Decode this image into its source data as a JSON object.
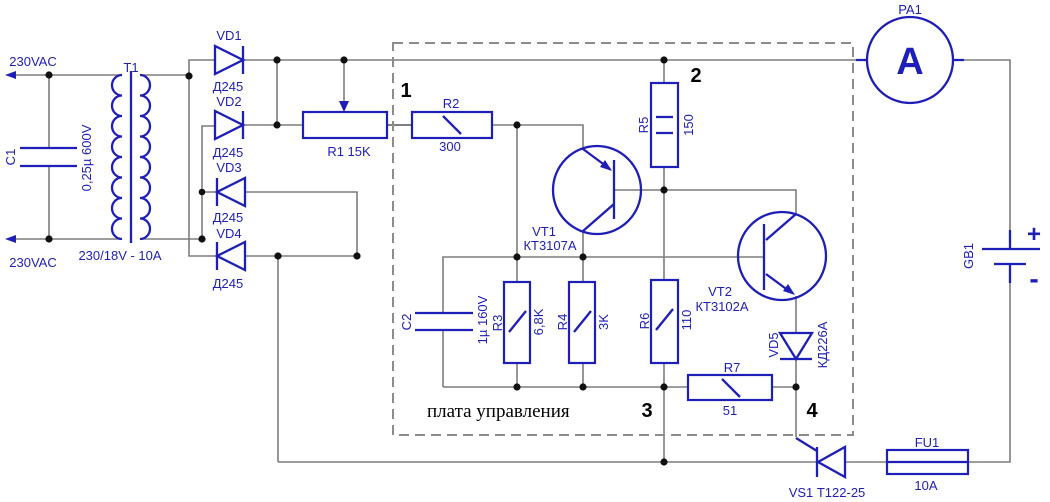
{
  "colors": {
    "accent": "#1e1eb8",
    "wire": "#7d7d7d",
    "dot": "#111111",
    "dash_border": "#8c8c8c",
    "text_black": "#000000"
  },
  "ac": {
    "top": "230VAC",
    "bottom": "230VAC"
  },
  "nodes": {
    "n1": "1",
    "n2": "2",
    "n3": "3",
    "n4": "4"
  },
  "board_label": "плата управления",
  "c": {
    "c1": {
      "ref": "C1",
      "value": "0,25µ 600V"
    },
    "t1": {
      "ref": "T1",
      "value": "230/18V - 10A"
    },
    "vd1": {
      "ref": "VD1",
      "value": "Д245"
    },
    "vd2": {
      "ref": "VD2",
      "value": "Д245"
    },
    "vd3": {
      "ref": "VD3",
      "value": "Д245"
    },
    "vd4": {
      "ref": "VD4",
      "value": "Д245"
    },
    "r1": {
      "label": "R1  15K"
    },
    "r2": {
      "ref": "R2",
      "value": "300"
    },
    "r3": {
      "ref": "R3",
      "value": "6,8K"
    },
    "r4": {
      "ref": "R4",
      "value": "3K"
    },
    "r5": {
      "ref": "R5",
      "value": "150"
    },
    "r6": {
      "ref": "R6",
      "value": "110"
    },
    "r7": {
      "ref": "R7",
      "value": "51"
    },
    "c2": {
      "ref": "C2",
      "value": "1µ 160V"
    },
    "vt1": {
      "ref": "VT1",
      "value": "КТ3107А"
    },
    "vt2": {
      "ref": "VT2",
      "value": "КТ3102А"
    },
    "vd5": {
      "ref": "VD5",
      "value": "КД226А"
    },
    "vs1": {
      "label": "VS1  Т122-25"
    },
    "fu1": {
      "ref": "FU1",
      "value": "10A"
    },
    "pa1": {
      "ref": "PA1",
      "symbol": "A"
    },
    "gb1": {
      "ref": "GB1",
      "plus": "+",
      "minus": "-"
    }
  }
}
